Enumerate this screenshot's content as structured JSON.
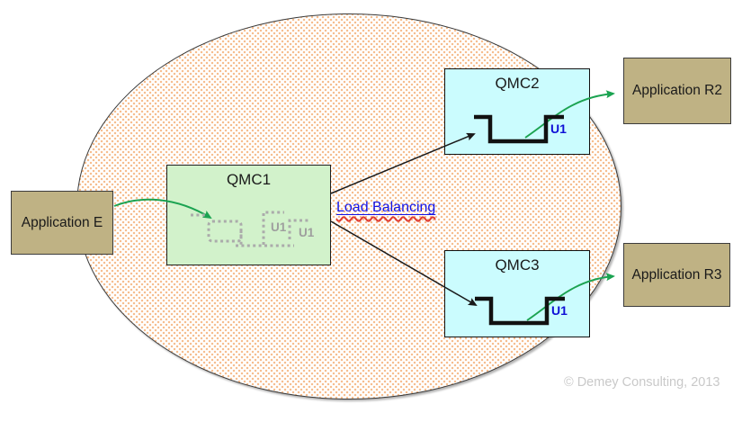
{
  "nodes": {
    "app_e": {
      "label": "Application E"
    },
    "qmc1": {
      "title": "QMC1",
      "queue_labels": [
        "U1",
        "U1"
      ]
    },
    "qmc2": {
      "title": "QMC2",
      "queue_label": "U1"
    },
    "qmc3": {
      "title": "QMC3",
      "queue_label": "U1"
    },
    "app_r2": {
      "label": "Application R2"
    },
    "app_r3": {
      "label": "Application R3"
    }
  },
  "annotations": {
    "load_balancing": "Load Balancing"
  },
  "footer": {
    "copyright": "© Demey Consulting, 2013"
  },
  "colors": {
    "app_box_fill": "#BFB284",
    "qmc1_fill": "#D2F2CB",
    "qmc_cyan_fill": "#CBFCFE",
    "ellipse_dot": "#F6BE8F",
    "arrow_green": "#1BA351",
    "queue_black": "#111111",
    "label_blue": "#1414E6",
    "spellcheck_red": "#E03C31"
  }
}
